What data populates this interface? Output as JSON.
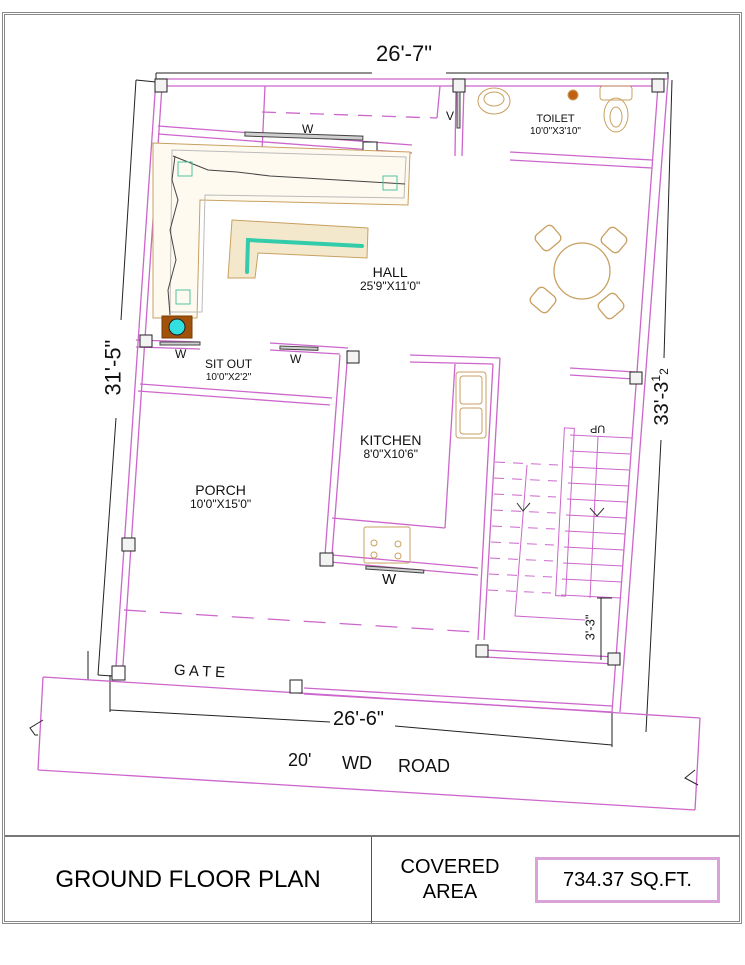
{
  "drawing": {
    "type": "floor plan",
    "title": "GROUND FLOOR PLAN",
    "covered_area_label": "COVERED AREA",
    "covered_area_label_line1": "COVERED",
    "covered_area_label_line2": "AREA",
    "covered_area_value": "734.37 SQ.FT."
  },
  "dimensions": {
    "top": "26'-7\"",
    "bottom": "26'-6\"",
    "left": "31'-5\"",
    "right": "33'-3½\"",
    "right_main": "33'-3",
    "right_fraction_num": "1",
    "right_fraction_den": "2",
    "right_inch": "\"",
    "stair_landing": "3'-3\""
  },
  "rooms": [
    {
      "name": "TOILET",
      "size": "10'0\"X3'10\""
    },
    {
      "name": "HALL",
      "size": "25'9\"X11'0\""
    },
    {
      "name": "SIT OUT",
      "size": "10'0\"X2'2\""
    },
    {
      "name": "KITCHEN",
      "size": "8'0\"X10'6\""
    },
    {
      "name": "PORCH",
      "size": "10'0\"X15'0\""
    }
  ],
  "openings": {
    "window": "W",
    "ventilator": "V"
  },
  "labels": {
    "gate": "G A T E",
    "road_width": "20'",
    "road_wd": "WD",
    "road": "ROAD",
    "stair_up": "UP"
  },
  "colors": {
    "wall": "#cc66cc",
    "dimension_line": "#222222",
    "furniture": "#c8a060",
    "accent_cyan": "#33cccc",
    "area_box_border": "#d9a3d9"
  }
}
